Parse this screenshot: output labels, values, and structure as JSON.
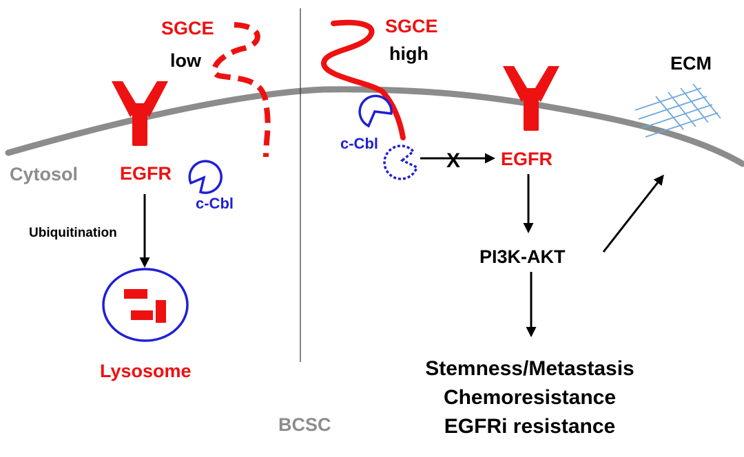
{
  "labels": {
    "sgce_left": "SGCE",
    "low": "low",
    "sgce_right": "SGCE",
    "high": "high",
    "ecm": "ECM",
    "cytosol": "Cytosol",
    "egfr_left": "EGFR",
    "ccbl_left": "c-Cbl",
    "ubiquitination": "Ubiquitination",
    "lysosome": "Lysosome",
    "ccbl_right": "c-Cbl",
    "egfr_right": "EGFR",
    "pi3k_akt": "PI3K-AKT",
    "outcome_1": "Stemness/Metastasis",
    "outcome_2": "Chemoresistance",
    "outcome_3": "EGFRi resistance",
    "bcsc": "BCSC",
    "inhibit_mark": "X"
  },
  "colors": {
    "red": "#ee1111",
    "blue": "#1f1fd6",
    "gray": "#8c8c8c",
    "black": "#000000",
    "ecm_blue": "#6fa8dc"
  }
}
